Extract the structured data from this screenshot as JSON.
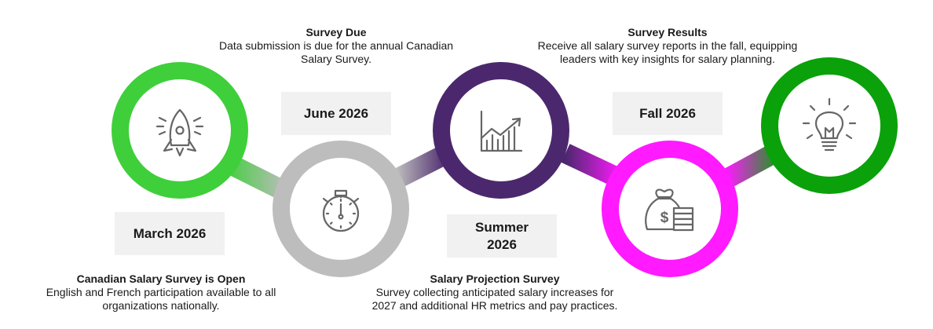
{
  "milestones": [
    {
      "date": "March 2026",
      "title": "Canadian Salary Survey is Open",
      "description_lines": [
        "English and French participation available to all",
        "organizations nationally."
      ],
      "color": "#3fcf3a",
      "icon": "rocket-icon"
    },
    {
      "date": "June 2026",
      "title": "Survey Due",
      "description_lines": [
        "Data submission is due for the annual Canadian",
        "Salary Survey."
      ],
      "color": "#bdbdbd",
      "icon": "stopwatch-icon"
    },
    {
      "date_lines": [
        "Summer",
        "2026"
      ],
      "title": "Salary Projection Survey",
      "description_lines": [
        "Survey collecting anticipated salary increases for",
        "2027 and additional HR metrics and pay practices."
      ],
      "color": "#4b286d",
      "icon": "growth-chart-icon"
    },
    {
      "date": "Fall 2026",
      "title": "Survey Results",
      "description_lines": [
        "Receive all salary survey reports in the fall, equipping",
        "leaders with key insights for salary planning."
      ],
      "color": "#ff1aff",
      "icon": "money-bag-icon"
    },
    {
      "color": "#0aa10a",
      "icon": "lightbulb-icon"
    }
  ],
  "icon_color": "#666666"
}
